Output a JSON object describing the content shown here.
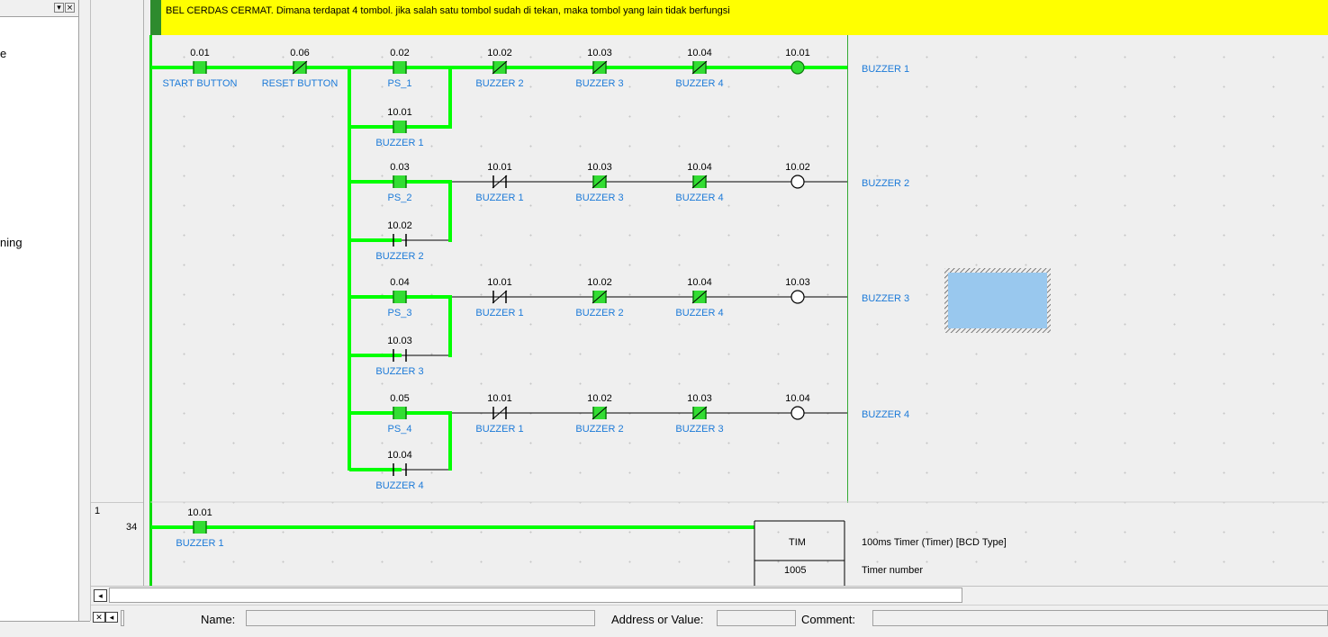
{
  "left_panel": {
    "tree_items": [
      "e",
      "ning"
    ],
    "controls": [
      "▾",
      "×"
    ]
  },
  "comment": "BEL CERDAS CERMAT. Dimana terdapat 4 tombol. jika salah satu tombol sudah di tekan, maka tombol yang lain tidak berfungsi",
  "rungs": [
    {
      "index": "1",
      "step": "34"
    }
  ],
  "contacts": [
    {
      "addr": "0.01",
      "label": "START BUTTON",
      "type": "NO",
      "lit": true
    },
    {
      "addr": "0.06",
      "label": "RESET BUTTON",
      "type": "NC",
      "lit": true
    },
    {
      "addr": "0.02",
      "label": "PS_1",
      "type": "NO",
      "lit": true
    },
    {
      "addr": "10.02",
      "label": "BUZZER 2",
      "type": "NC",
      "lit": true
    },
    {
      "addr": "10.03",
      "label": "BUZZER 3",
      "type": "NC",
      "lit": true
    },
    {
      "addr": "10.04",
      "label": "BUZZER 4",
      "type": "NC",
      "lit": true
    },
    {
      "addr": "10.01",
      "label": "BUZZER 1",
      "type": "NO",
      "lit": true
    },
    {
      "addr": "0.03",
      "label": "PS_2",
      "type": "NO",
      "lit": true
    },
    {
      "addr": "10.01",
      "label": "BUZZER 1",
      "type": "NC",
      "lit": false
    },
    {
      "addr": "10.03",
      "label": "BUZZER 3",
      "type": "NC",
      "lit": true
    },
    {
      "addr": "10.04",
      "label": "BUZZER 4",
      "type": "NC",
      "lit": true
    },
    {
      "addr": "10.02",
      "label": "BUZZER 2",
      "type": "NO",
      "lit": false
    },
    {
      "addr": "0.04",
      "label": "PS_3",
      "type": "NO",
      "lit": true
    },
    {
      "addr": "10.01",
      "label": "BUZZER 1",
      "type": "NC",
      "lit": false
    },
    {
      "addr": "10.02",
      "label": "BUZZER 2",
      "type": "NC",
      "lit": true
    },
    {
      "addr": "10.04",
      "label": "BUZZER 4",
      "type": "NC",
      "lit": true
    },
    {
      "addr": "10.03",
      "label": "BUZZER 3",
      "type": "NO",
      "lit": false
    },
    {
      "addr": "0.05",
      "label": "PS_4",
      "type": "NO",
      "lit": true
    },
    {
      "addr": "10.01",
      "label": "BUZZER 1",
      "type": "NC",
      "lit": false
    },
    {
      "addr": "10.02",
      "label": "BUZZER 2",
      "type": "NC",
      "lit": true
    },
    {
      "addr": "10.03",
      "label": "BUZZER 3",
      "type": "NC",
      "lit": true
    },
    {
      "addr": "10.04",
      "label": "BUZZER 4",
      "type": "NO",
      "lit": false
    },
    {
      "addr": "10.01",
      "label": "BUZZER 1",
      "type": "NO",
      "lit": true
    }
  ],
  "coils": [
    {
      "addr": "10.01",
      "label": "BUZZER 1",
      "lit": true
    },
    {
      "addr": "10.02",
      "label": "BUZZER 2",
      "lit": false
    },
    {
      "addr": "10.03",
      "label": "BUZZER 3",
      "lit": false
    },
    {
      "addr": "10.04",
      "label": "BUZZER 4",
      "lit": false
    }
  ],
  "timer": {
    "instruction": "TIM",
    "number": "1005",
    "description": "100ms Timer (Timer) [BCD Type]",
    "operand_label": "Timer number"
  },
  "status_bar": {
    "name_label": "Name:",
    "address_label": "Address or Value:",
    "comment_label": "Comment:",
    "name_value": "",
    "address_value": "",
    "comment_value": ""
  },
  "colors": {
    "energized": "#00ff00",
    "energized_fill": "#33dd33",
    "comment_bg": "#ffff00",
    "label_blue": "#1c7ad8",
    "selection": "#99c8ee"
  }
}
